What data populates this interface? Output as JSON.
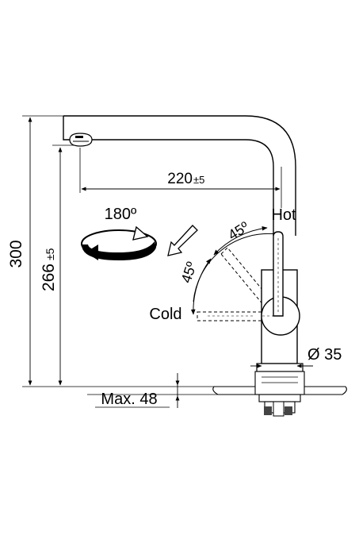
{
  "dimensions": {
    "total_height": "300",
    "spout_height": "266",
    "spout_height_tol": "±5",
    "spout_reach": "220",
    "spout_reach_tol": "±5",
    "deck_thickness": "Max. 48",
    "body_diameter": "Ø 35"
  },
  "rotation": {
    "angle": "180º"
  },
  "lever": {
    "hot_label": "Hot",
    "cold_label": "Cold",
    "hot_angle": "45º",
    "cold_angle": "45º"
  }
}
